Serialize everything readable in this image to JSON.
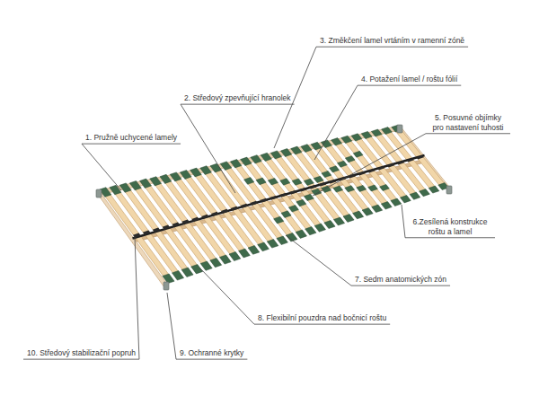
{
  "diagram": {
    "labels": [
      "3. Změkčení lamel vrtáním v ramenní zóně",
      "2. Středový zpevňující hranolek",
      "4. Potažení lamel / roštu fólií",
      "5. Posuvné objímky pro nastavení tuhosti",
      "1. Pružně uchycené lamely",
      "6.Zesílená konstrukce roštu a lamel",
      "7. Sedm anatomických zón",
      "8. Flexibilní pouzdra nad bočnicí roštu",
      "10. Středový stabilizační popruh",
      "9. Ochranné krytky"
    ]
  }
}
